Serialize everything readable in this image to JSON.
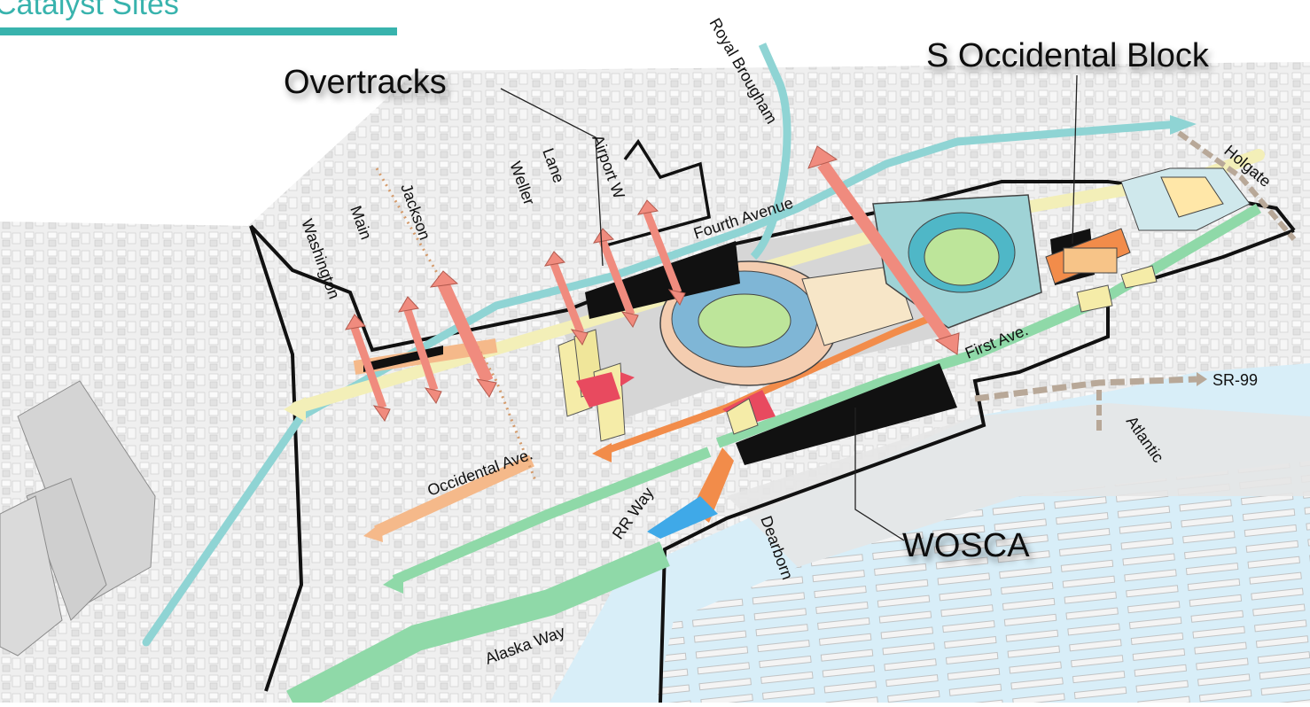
{
  "header": {
    "title": "Catalyst Sites",
    "accent_color": "#38b3ad"
  },
  "callouts": {
    "overtracks": "Overtracks",
    "occidental_block": "S Occidental Block",
    "wosca": "WOSCA"
  },
  "streets": {
    "royal_brougham": "Royal Brougham",
    "airport_way": "Airport W",
    "lane": "Lane",
    "weller": "Weller",
    "jackson": "Jackson",
    "main": "Main",
    "washington": "Washington",
    "fourth_avenue": "Fourth Avenue",
    "holgate": "Holgate",
    "first_ave": "First Ave.",
    "sr99": "SR-99",
    "atlantic": "Atlantic",
    "occidental_ave": "Occidental Ave.",
    "rr_way": "RR Way",
    "dearborn": "Dearborn",
    "alaska_way": "Alaska Way"
  },
  "colors": {
    "water": "#d8eef8",
    "ground": "#ececec",
    "green_corridor": "#8fd9a8",
    "teal_corridor": "#8fd4d4",
    "orange_corridor": "#f28c4a",
    "peach_corridor": "#f5b98a",
    "yellow_corridor": "#f3efb8",
    "salmon_arrow": "#f08b7e",
    "boundary": "#111111",
    "catalyst_site": "#111111"
  }
}
